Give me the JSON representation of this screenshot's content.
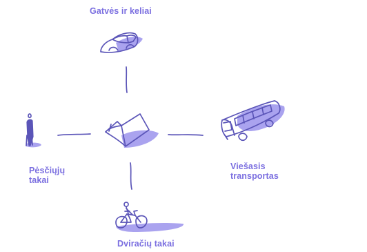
{
  "diagram": {
    "accent_color": "#7b6fe0",
    "ink_color": "#5b55b8",
    "wash_color": "#aaa3ef",
    "center": {
      "icon": "house-icon"
    },
    "nodes": [
      {
        "id": "streets",
        "icon": "car-icon",
        "label": "Gatvės ir keliai"
      },
      {
        "id": "transport",
        "icon": "bus-icon",
        "label_lines": [
          "Viešasis",
          "transportas"
        ]
      },
      {
        "id": "bike",
        "icon": "bicycle-icon",
        "label": "Dviračių takai"
      },
      {
        "id": "pedestrian",
        "icon": "pedestrian-icon",
        "label_lines": [
          "Pėsčiųjų",
          "takai"
        ]
      }
    ]
  }
}
